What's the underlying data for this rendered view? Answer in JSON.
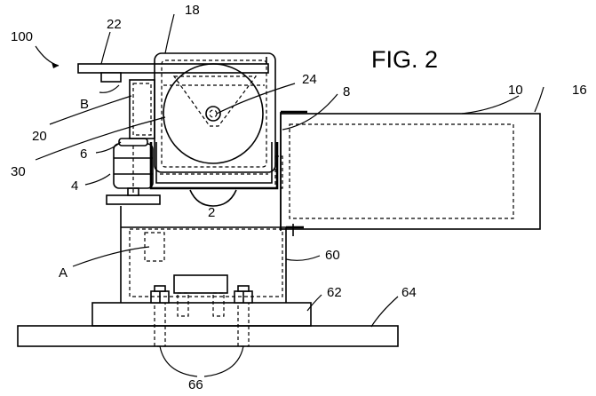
{
  "figure": {
    "title": "FIG. 2"
  },
  "labels": {
    "l100": "100",
    "l22": "22",
    "l18": "18",
    "lB": "B",
    "l24": "24",
    "l8": "8",
    "l10": "10",
    "l16": "16",
    "l20": "20",
    "l30": "30",
    "l6": "6",
    "l4": "4",
    "l2": "2",
    "lA": "A",
    "l60": "60",
    "l62": "62",
    "l64": "64",
    "l66": "66"
  }
}
